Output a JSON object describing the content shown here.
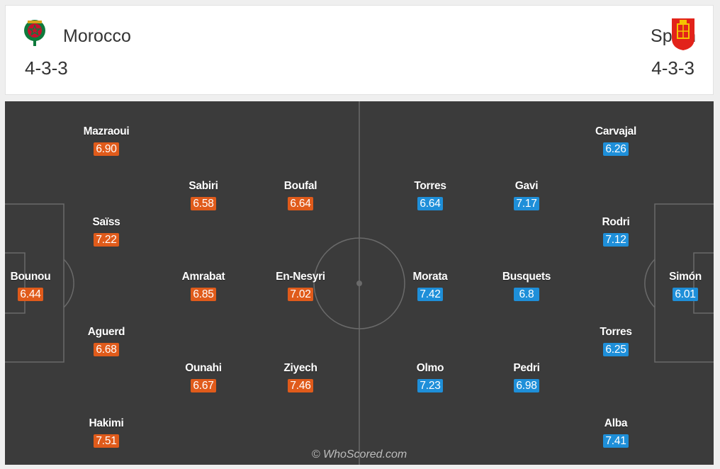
{
  "home": {
    "name": "Morocco",
    "formation": "4-3-3",
    "color": "#e05b1b",
    "crest_icon": "morocco-crest-icon",
    "players": [
      {
        "name": "Bounou",
        "rating": "6.44"
      },
      {
        "name": "Mazraoui",
        "rating": "6.90"
      },
      {
        "name": "Saïss",
        "rating": "7.22"
      },
      {
        "name": "Aguerd",
        "rating": "6.68"
      },
      {
        "name": "Hakimi",
        "rating": "7.51"
      },
      {
        "name": "Sabiri",
        "rating": "6.58"
      },
      {
        "name": "Amrabat",
        "rating": "6.85"
      },
      {
        "name": "Ounahi",
        "rating": "6.67"
      },
      {
        "name": "Boufal",
        "rating": "6.64"
      },
      {
        "name": "En-Nesyri",
        "rating": "7.02"
      },
      {
        "name": "Ziyech",
        "rating": "7.46"
      }
    ]
  },
  "away": {
    "name": "Spain",
    "formation": "4-3-3",
    "color": "#1e8fd9",
    "crest_icon": "spain-crest-icon",
    "players": [
      {
        "name": "Simón",
        "rating": "6.01"
      },
      {
        "name": "Carvajal",
        "rating": "6.26"
      },
      {
        "name": "Rodri",
        "rating": "7.12"
      },
      {
        "name": "Torres",
        "rating": "6.25"
      },
      {
        "name": "Alba",
        "rating": "7.41"
      },
      {
        "name": "Gavi",
        "rating": "7.17"
      },
      {
        "name": "Busquets",
        "rating": "6.8"
      },
      {
        "name": "Pedri",
        "rating": "6.98"
      },
      {
        "name": "Torres",
        "rating": "6.64"
      },
      {
        "name": "Morata",
        "rating": "7.42"
      },
      {
        "name": "Olmo",
        "rating": "7.23"
      }
    ]
  },
  "pitch": {
    "color": "#3b3b3b",
    "line_color": "#6a6a6a",
    "watermark": "© WhoScored.com"
  }
}
